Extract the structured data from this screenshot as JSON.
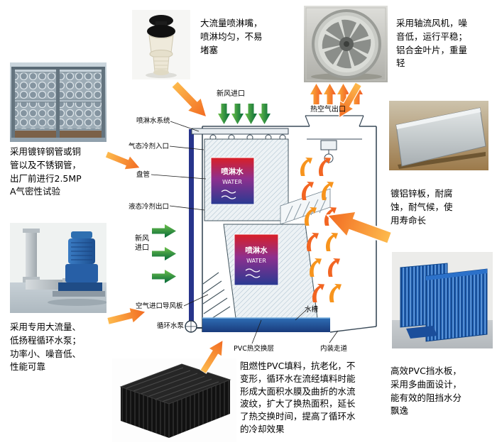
{
  "callouts": {
    "coil_pipe": "采用镀锌钢管或铜管以及不锈钢管，出厂前进行2.5MPA气密性试验",
    "nozzle": "大流量喷淋嘴，喷淋均匀，不易堵塞",
    "fan": "采用轴流风机，噪音低，运行平稳；铝合金叶片，重量轻",
    "galvalume": "镀铝锌板，耐腐蚀，耐气候，使用寿命长",
    "pump": "采用专用大流量、低扬程循环水泵；功率小、噪音低、性能可靠",
    "pvc_fill": "阻燃性PVC填料，抗老化，不变形，循环水在流经填料时能形成大面积水膜及曲折的水流波纹，扩大了换热面积，延长了热交换时间，提高了循环水的冷却效果",
    "pvc_baffle": "高效PVC挡水板，采用多曲面设计，能有效的阻挡水分飘逸"
  },
  "diagram": {
    "fresh_air_inlet_top": "新风进口",
    "hot_air_outlet": "热空气出口",
    "spray_water_system": "喷淋水系统",
    "gas_refrigerant_inlet": "气态冷剂入口",
    "coil": "盘管",
    "liquid_refrigerant_outlet": "液态冷剂出口",
    "fresh_air_inlet_left": "新风进口",
    "air_inlet_guide_plate": "空气进口导风板",
    "circulating_pump": "循环水泵",
    "pvc_heat_exchange_layer": "PVC热交换层",
    "water_tank": "水槽",
    "inner_walkway": "内装走道",
    "spray_water_cn": "喷淋水",
    "spray_water_en": "WATER"
  },
  "colors": {
    "arrow_orange": "#F7941D",
    "arrow_green": "#1D9E4C",
    "hot_zone_red": "#D91F26",
    "cold_zone_blue": "#283A92",
    "basin_blue": "#2E6DB4",
    "panel_blue": "#1E5FB5"
  }
}
